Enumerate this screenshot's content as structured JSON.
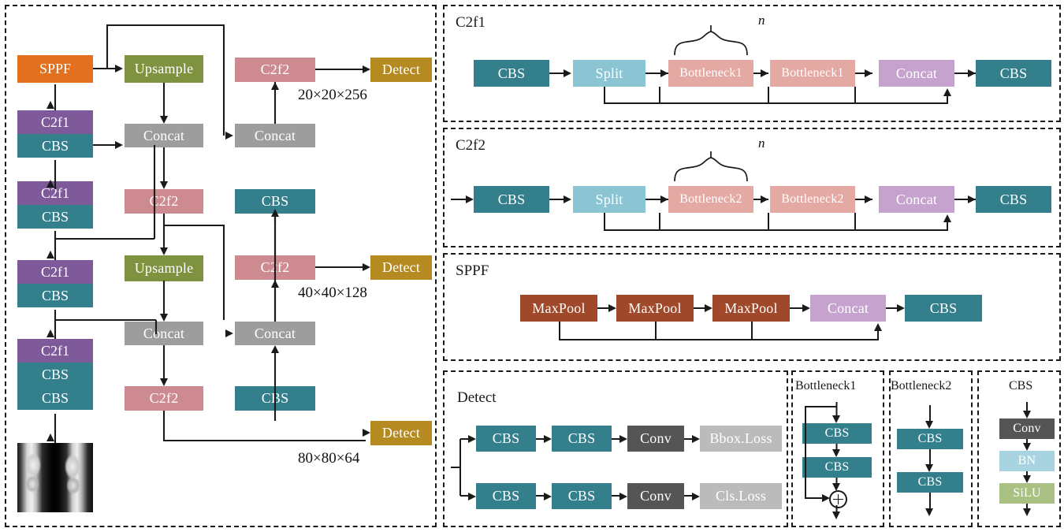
{
  "colors": {
    "sppf": "#E2701E",
    "c2f1": "#7E5A9B",
    "cbs": "#337F8C",
    "upsample": "#7F9240",
    "concat_gray": "#9D9D9D",
    "c2f2": "#CE8A91",
    "detect": "#B48A21",
    "split": "#8BC5D4",
    "bottleneck": "#E4A9A2",
    "concat_purple": "#C6A2CE",
    "maxpool": "#A0482A",
    "conv": "#555555",
    "loss": "#BBBBBB",
    "bn": "#A8D3E0",
    "silu": "#A9C183",
    "stroke": "#1a1a1a"
  },
  "backbone": {
    "blocks": {
      "sppf": "SPPF",
      "c2f1": "C2f1",
      "cbs": "CBS",
      "upsample": "Upsample",
      "concat": "Concat",
      "c2f2": "C2f2",
      "detect": "Detect"
    },
    "output_labels": {
      "p5": "20×20×256",
      "p4": "40×40×128",
      "p3": "80×80×64"
    },
    "input_image": "knee-xray-thumbnail"
  },
  "panels": {
    "c2f1": {
      "title": "C2f1",
      "n_label": "n",
      "nodes": [
        "CBS",
        "Split",
        "Bottleneck1",
        "Bottleneck1",
        "Concat",
        "CBS"
      ]
    },
    "c2f2": {
      "title": "C2f2",
      "n_label": "n",
      "nodes": [
        "CBS",
        "Split",
        "Bottleneck2",
        "Bottleneck2",
        "Concat",
        "CBS"
      ]
    },
    "sppf": {
      "title": "SPPF",
      "nodes": [
        "MaxPool",
        "MaxPool",
        "MaxPool",
        "Concat",
        "CBS"
      ]
    },
    "detect": {
      "title": "Detect",
      "row_bbox": [
        "CBS",
        "CBS",
        "Conv",
        "Bbox.Loss"
      ],
      "row_cls": [
        "CBS",
        "CBS",
        "Conv",
        "Cls.Loss"
      ]
    },
    "bottleneck1": {
      "title": "Bottleneck1",
      "nodes": [
        "CBS",
        "CBS"
      ],
      "residual_symbol": "⊕"
    },
    "bottleneck2": {
      "title": "Bottleneck2",
      "nodes": [
        "CBS",
        "CBS"
      ]
    },
    "cbs": {
      "title": "CBS",
      "nodes": [
        "Conv",
        "BN",
        "SiLU"
      ]
    }
  }
}
